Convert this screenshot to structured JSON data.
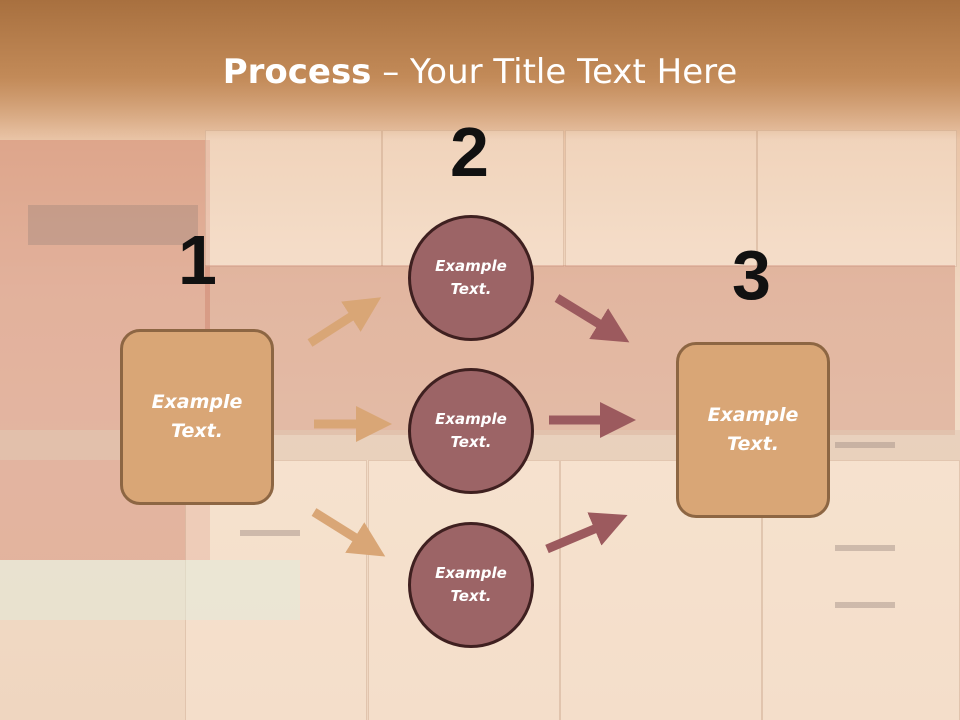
{
  "title": {
    "bold": "Process",
    "rest": " – Your Title Text Here"
  },
  "numbers": [
    "1",
    "2",
    "3"
  ],
  "box_left": {
    "label": "Example\nText."
  },
  "box_right": {
    "label": "Example\nText."
  },
  "circles": [
    {
      "label": "Example\nText."
    },
    {
      "label": "Example\nText."
    },
    {
      "label": "Example\nText."
    }
  ],
  "colors": {
    "box_fill": "#d9a676",
    "box_border": "#8d6643",
    "circle_fill": "#9c6466",
    "circle_border": "#3f2020",
    "arrow_tan": "#d9a676",
    "arrow_mauve": "#9c5a5e"
  }
}
